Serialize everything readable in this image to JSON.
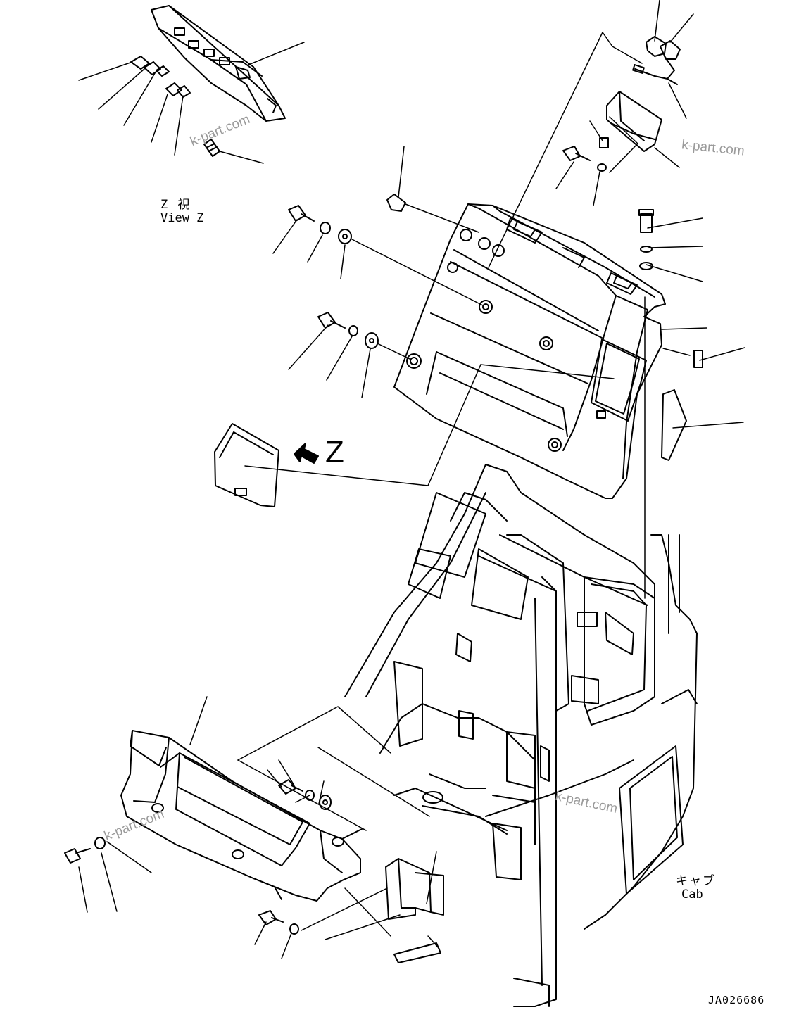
{
  "labels": {
    "view_jp": "Z 視",
    "view_en": "View Z",
    "z_marker": "Z",
    "cab_jp": "キャブ",
    "cab_en": "Cab",
    "figure_number": "JA026686"
  },
  "watermarks": [
    "k-part.com",
    "k-part.com",
    "k-part.com",
    "k-part.com"
  ],
  "colors": {
    "line": "#000000",
    "watermark": "#9a9a9a",
    "background": "#ffffff"
  }
}
